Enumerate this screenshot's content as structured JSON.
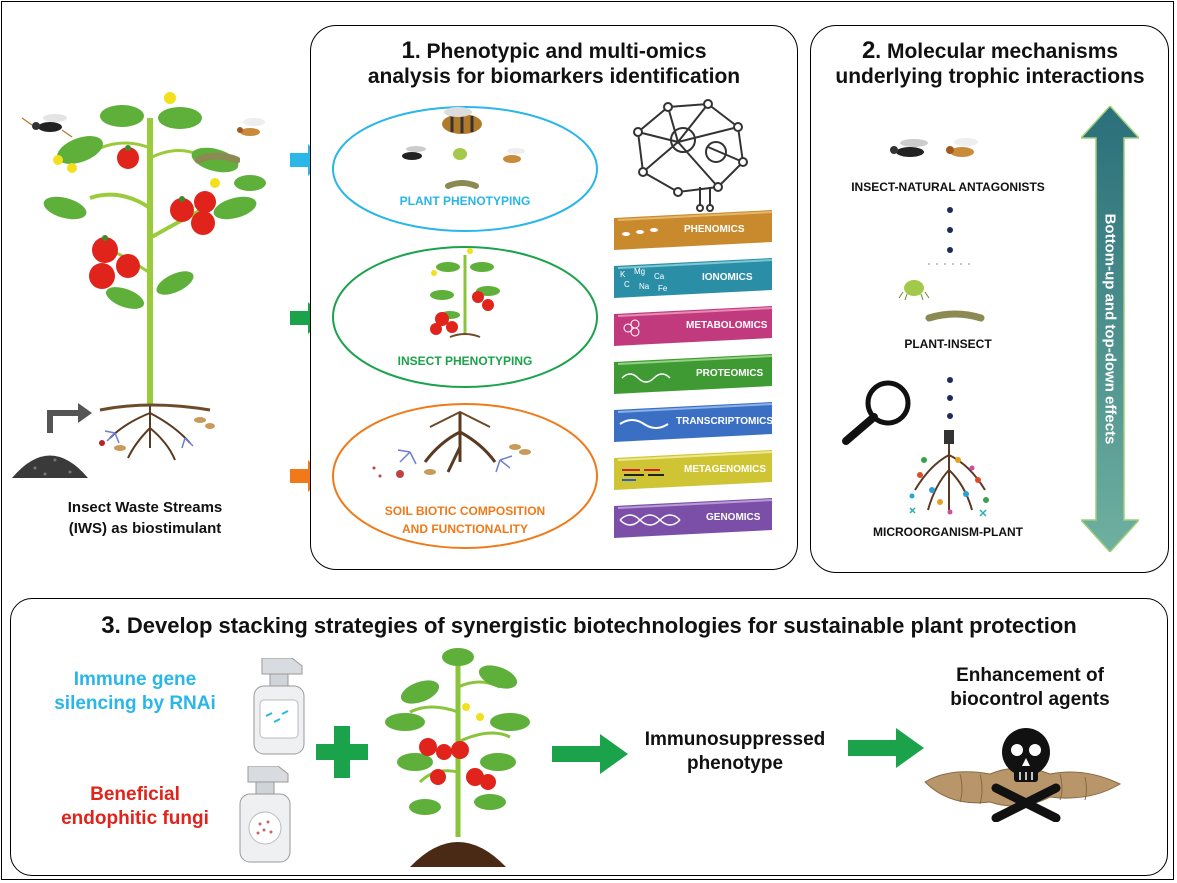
{
  "left": {
    "iws_label_line1": "Insect Waste Streams",
    "iws_label_line2": "(IWS) as biostimulant"
  },
  "panel1": {
    "title_num": "1",
    "title_line1": ". Phenotypic and multi-omics",
    "title_line2": "analysis for biomarkers identification",
    "ellipses": [
      {
        "label": "PLANT PHENOTYPING",
        "color": "#29b6e8"
      },
      {
        "label": "INSECT PHENOTYPING",
        "color": "#1aa34a"
      },
      {
        "label_line1": "SOIL BIOTIC COMPOSITION",
        "label_line2": "AND FUNCTIONALITY",
        "color": "#f07a1a"
      }
    ],
    "omics": [
      {
        "label": "PHENOMICS",
        "color": "#c98a2e"
      },
      {
        "label": "IONOMICS",
        "color": "#2a8fa6"
      },
      {
        "label": "METABOLOMICS",
        "color": "#c23a7e"
      },
      {
        "label": "PROTEOMICS",
        "color": "#3f9a34"
      },
      {
        "label": "TRANSCRIPTOMICS",
        "color": "#3a6fc4"
      },
      {
        "label": "METAGENOMICS",
        "color": "#cfc534"
      },
      {
        "label": "GENOMICS",
        "color": "#7b4fa8"
      }
    ],
    "ionomics_elements": [
      "K",
      "Mg",
      "Ca",
      "C",
      "Na",
      "Fe"
    ]
  },
  "panel2": {
    "title_num": "2",
    "title_line1": ". Molecular mechanisms",
    "title_line2": "underlying trophic interactions",
    "levels": [
      "INSECT-NATURAL ANTAGONISTS",
      "PLANT-INSECT",
      "MICROORGANISM-PLANT"
    ],
    "arrow_label": "Bottom-up and top-down effects"
  },
  "panel3": {
    "title_num": "3",
    "title_text": ". Develop stacking strategies of synergistic biotechnologies for sustainable plant protection",
    "rnai_line1": "Immune gene",
    "rnai_line2": "silencing by RNAi",
    "fungi_line1": "Beneficial",
    "fungi_line2": "endophitic fungi",
    "result_line1": "Immunosuppressed",
    "result_line2": "phenotype",
    "outcome_line1": "Enhancement of",
    "outcome_line2": "biocontrol agents"
  },
  "colors": {
    "blue": "#29b6e8",
    "green": "#1aa34a",
    "orange": "#f07a1a",
    "red": "#e0231b",
    "teal_arrow": "#2f8e8a"
  }
}
